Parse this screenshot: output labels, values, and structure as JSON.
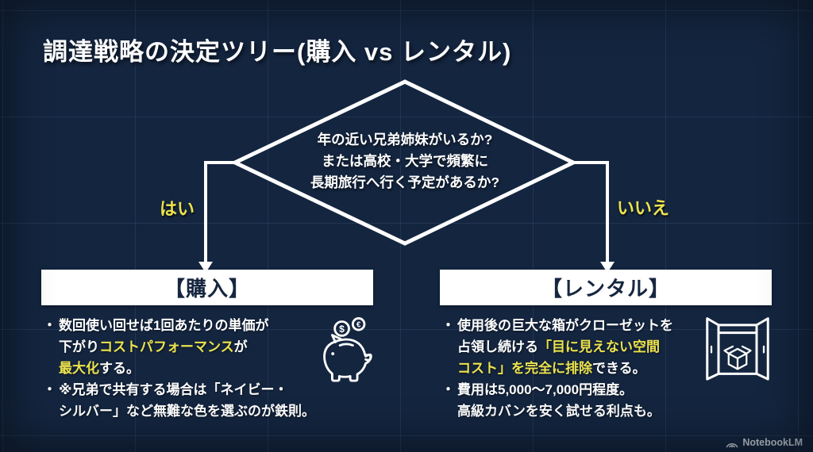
{
  "colors": {
    "background": "#14253f",
    "accent_yellow": "#ece34e",
    "box_bg": "#ffffff",
    "box_text": "#16263f",
    "stroke_white": "#ffffff",
    "footer_text": "#c9d2dc"
  },
  "title": "調達戦略の決定ツリー(購入 vs レンタル)",
  "decision": {
    "lines": [
      "年の近い兄弟姉妹がいるか?",
      "または高校・大学で頻繁に",
      "長期旅行へ行く予定があるか?"
    ]
  },
  "bullet_marker": "・",
  "branches": {
    "yes": {
      "label": "はい",
      "box_label": "【購入】",
      "icon": "piggy-bank-icon",
      "bullets": [
        {
          "lines": [
            [
              {
                "t": "数回使い回せば1回あたりの単価が"
              }
            ],
            [
              {
                "t": "下がり"
              },
              {
                "t": "コストパフォーマンス",
                "hl": true
              },
              {
                "t": "が"
              }
            ],
            [
              {
                "t": "最大化",
                "hl": true
              },
              {
                "t": "する。"
              }
            ]
          ]
        },
        {
          "lines": [
            [
              {
                "t": "※兄弟で共有する場合は「ネイビー・"
              }
            ],
            [
              {
                "t": "シルバー」など無難な色を選ぶのが鉄則。"
              }
            ]
          ]
        }
      ]
    },
    "no": {
      "label": "いいえ",
      "box_label": "【レンタル】",
      "icon": "open-wardrobe-icon",
      "bullets": [
        {
          "lines": [
            [
              {
                "t": "使用後の巨大な箱がクローゼットを"
              }
            ],
            [
              {
                "t": "占領し続ける"
              },
              {
                "t": "「目に見えない空間",
                "hl": true
              }
            ],
            [
              {
                "t": "コスト」を完全に排除",
                "hl": true
              },
              {
                "t": "できる。"
              }
            ]
          ]
        },
        {
          "lines": [
            [
              {
                "t": "費用は5,000〜7,000円程度。"
              }
            ],
            [
              {
                "t": "高級カバンを安く試せる利点も。"
              }
            ]
          ]
        }
      ]
    }
  },
  "footer": {
    "brand": "NotebookLM"
  }
}
